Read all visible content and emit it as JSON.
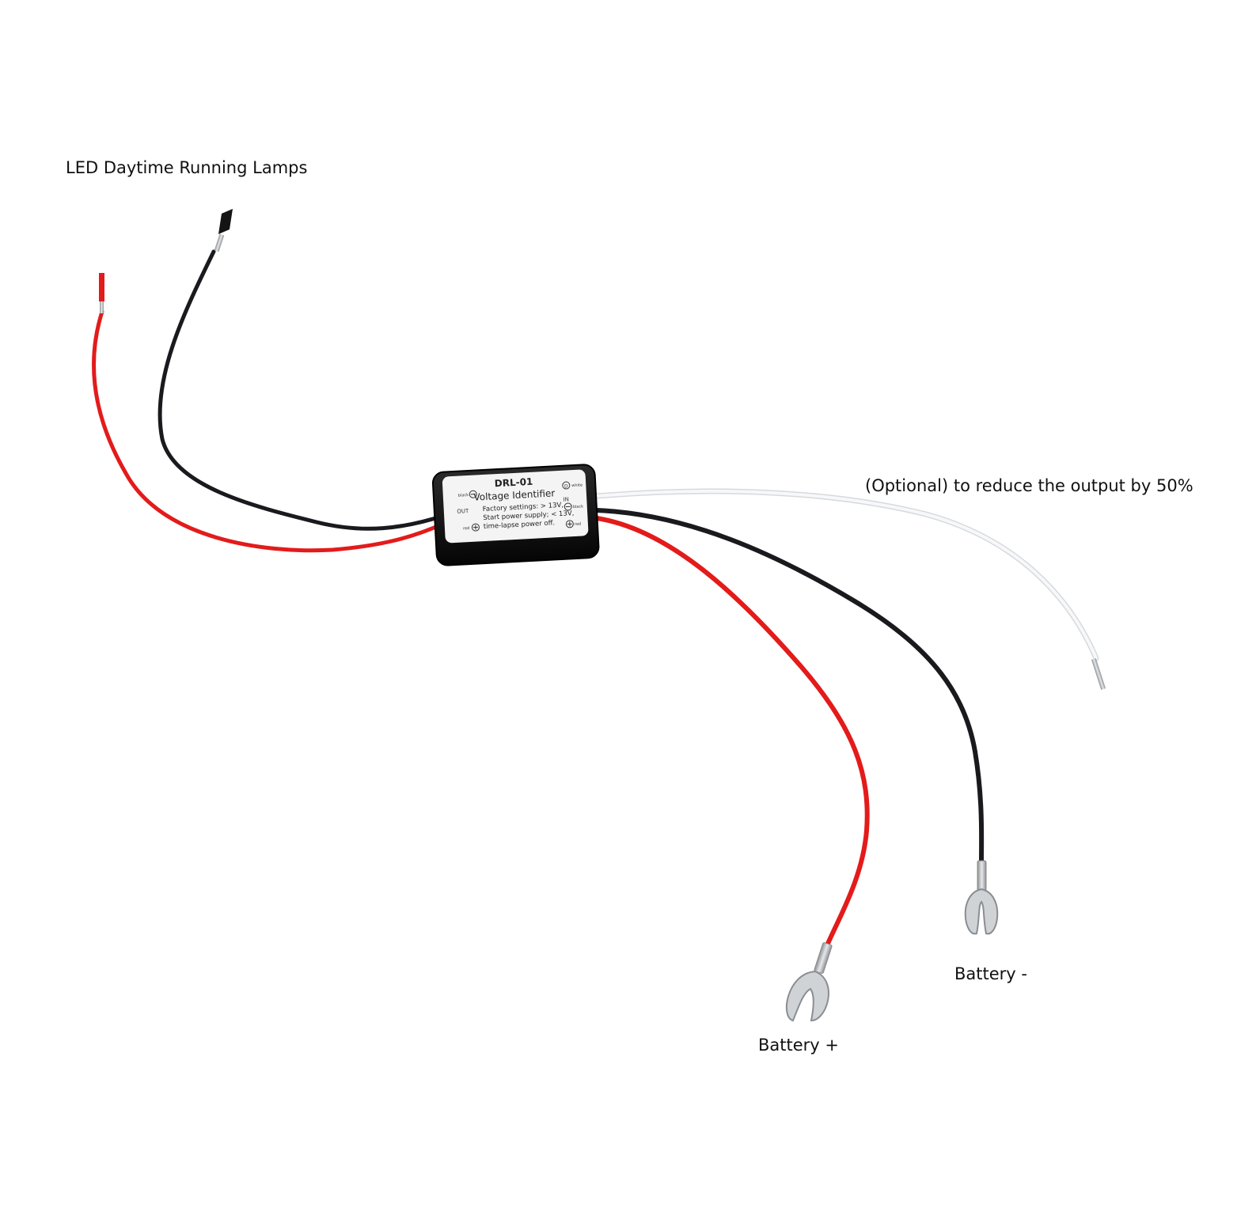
{
  "labels": {
    "led_lamps": "LED Daytime Running Lamps",
    "optional": "(Optional) to reduce the output by 50%",
    "battery_neg": "Battery -",
    "battery_pos": "Battery +"
  },
  "module": {
    "model": "DRL-01",
    "name": "Voltage Identifier",
    "out_label": "OUT",
    "in_label": "IN",
    "line1": "Factory settings: > 13V,",
    "line2": "Start power supply; < 13V,",
    "line3": "time-lapse power off.",
    "tag_black": "black",
    "tag_white": "white",
    "tag_red": "red",
    "tag_black_in": "black",
    "tag_red_in": "red"
  },
  "colors": {
    "wire_red": "#e31b1b",
    "wire_black": "#1a1a1e",
    "wire_white": "#f2f3f5",
    "module_body": "#121212",
    "module_label": "#f4f4f4",
    "terminal": "#b9bcc0"
  }
}
